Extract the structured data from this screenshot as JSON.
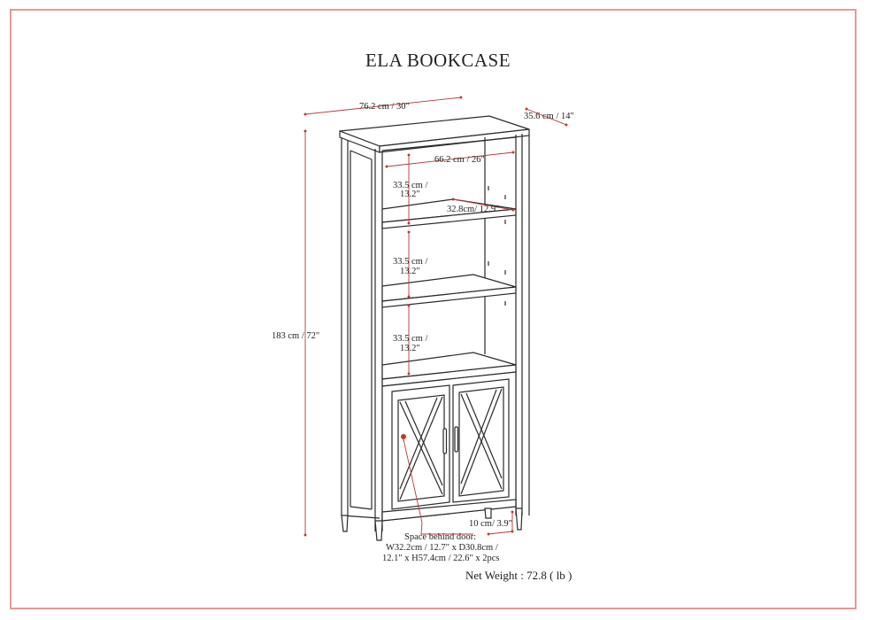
{
  "title": "ELA BOOKCASE",
  "dimensions": {
    "width": "76.2 cm / 30\"",
    "depth": "35.6 cm / 14\"",
    "height": "183 cm / 72\"",
    "inner_width": "66.2 cm / 26\"",
    "shelf_depth": "32.8cm/ 12.9\"",
    "shelf_gap_1_line1": "33.5 cm /",
    "shelf_gap_1_line2": "13.2\"",
    "shelf_gap_2_line1": "33.5 cm /",
    "shelf_gap_2_line2": "13.2\"",
    "shelf_gap_3_line1": "33.5 cm /",
    "shelf_gap_3_line2": "13.2\"",
    "leg_height": "10 cm/ 3.9\""
  },
  "door_space": {
    "line1": "Space behind door:",
    "line2": "W32.2cm / 12.7\" x D30.8cm /",
    "line3": "12.1\" x H57.4cm / 22.6\" x 2pcs"
  },
  "net_weight": "Net Weight : 72.8 ( lb )",
  "colors": {
    "frame": "#e39a9a",
    "dimension_line": "#b03a3a",
    "furniture_line": "#2a2a2a"
  }
}
